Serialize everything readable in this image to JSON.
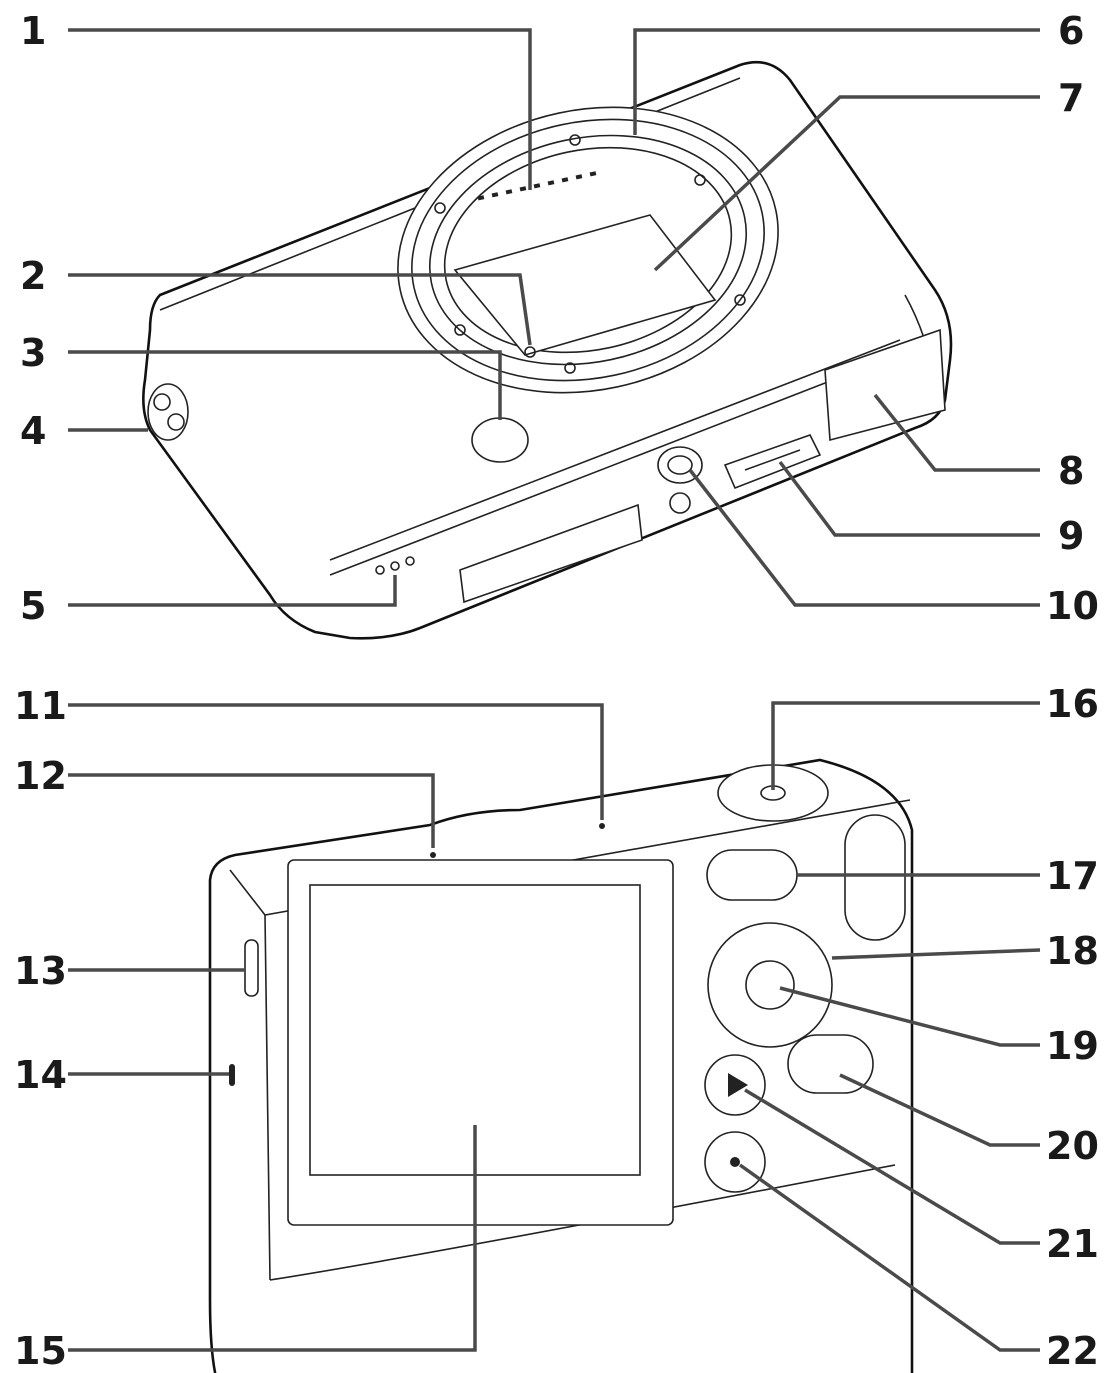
{
  "callouts": [
    {
      "id": "1",
      "label": "1"
    },
    {
      "id": "2",
      "label": "2"
    },
    {
      "id": "3",
      "label": "3"
    },
    {
      "id": "4",
      "label": "4"
    },
    {
      "id": "5",
      "label": "5"
    },
    {
      "id": "6",
      "label": "6"
    },
    {
      "id": "7",
      "label": "7"
    },
    {
      "id": "8",
      "label": "8"
    },
    {
      "id": "9",
      "label": "9"
    },
    {
      "id": "10",
      "label": "10"
    },
    {
      "id": "11",
      "label": "11"
    },
    {
      "id": "12",
      "label": "12"
    },
    {
      "id": "13",
      "label": "13"
    },
    {
      "id": "14",
      "label": "14"
    },
    {
      "id": "15",
      "label": "15"
    },
    {
      "id": "16",
      "label": "16"
    },
    {
      "id": "17",
      "label": "17"
    },
    {
      "id": "18",
      "label": "18"
    },
    {
      "id": "19",
      "label": "19"
    },
    {
      "id": "20",
      "label": "20"
    },
    {
      "id": "21",
      "label": "21"
    },
    {
      "id": "22",
      "label": "22"
    }
  ],
  "colors": {
    "line": "#111111",
    "leader": "#4a4a4a",
    "background": "#ffffff"
  }
}
